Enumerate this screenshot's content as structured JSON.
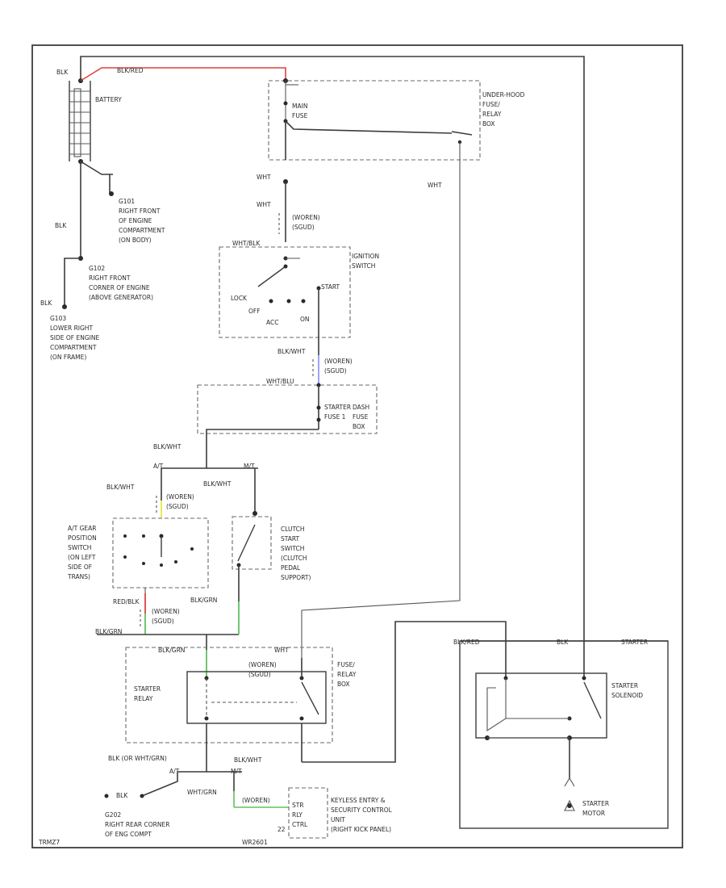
{
  "labels": {
    "blk_top": "BLK",
    "blk_red": "BLK/RED",
    "battery": "BATTERY",
    "under_hood_1": "UNDER-HOOD",
    "under_hood_2": "FUSE/",
    "under_hood_3": "RELAY",
    "under_hood_4": "BOX",
    "main_fuse_1": "MAIN",
    "main_fuse_2": "FUSE",
    "wht_1": "WHT",
    "wht_2": "WHT",
    "wht_3": "WHT",
    "g101_1": "G101",
    "g101_2": "RIGHT FRONT",
    "g101_3": "OF ENGINE",
    "g101_4": "COMPARTMENT",
    "g101_5": "(ON BODY)",
    "blk_mid": "BLK",
    "g102_1": "G102",
    "g102_2": "RIGHT FRONT",
    "g102_3": "CORNER OF ENGINE",
    "g102_4": "(ABOVE GENERATOR)",
    "blk_left": "BLK",
    "g103_1": "G103",
    "g103_2": "LOWER RIGHT",
    "g103_3": "SIDE OF ENGINE",
    "g103_4": "COMPARTMENT",
    "g103_5": "(ON FRAME)",
    "wh_1a": "(WOREN)",
    "wh_1b": "(SGUD)",
    "wht_blk": "WHT/BLK",
    "ign_1": "IGNITION",
    "ign_2": "SWITCH",
    "lock": "LOCK",
    "off": "OFF",
    "acc": "ACC",
    "on": "ON",
    "start": "START",
    "blk_wht_1": "BLK/WHT",
    "wh_2a": "(WOREN)",
    "wh_2b": "(SGUD)",
    "wht_blu": "WHT/BLU",
    "starter_fuse_1": "STARTER",
    "starter_fuse_2": "FUSE 1",
    "dash_1": "DASH",
    "dash_2": "FUSE",
    "dash_3": "BOX",
    "blk_wht_2": "BLK/WHT",
    "at": "A/T",
    "mt": "M/T",
    "blk_wht_3": "BLK/WHT",
    "blk_wht_4": "BLK/WHT",
    "wh_3a": "(WOREN)",
    "wh_3b": "(SGUD)",
    "at_gear_1": "A/T GEAR",
    "at_gear_2": "POSITION",
    "at_gear_3": "SWITCH",
    "at_gear_4": "(ON LEFT",
    "at_gear_5": "SIDE OF",
    "at_gear_6": "TRANS)",
    "clutch_1": "CLUTCH",
    "clutch_2": "START",
    "clutch_3": "SWITCH",
    "clutch_4": "(CLUTCH",
    "clutch_5": "PEDAL",
    "clutch_6": "SUPPORT)",
    "red_blk": "RED/BLK",
    "blk_grn_1": "BLK/GRN",
    "wh_4a": "(WOREN)",
    "wh_4b": "(SGUD)",
    "blk_grn_2": "BLK/GRN",
    "blk_grn_3": "BLK/GRN",
    "wht_4": "WHT",
    "wh_5a": "(WOREN)",
    "wh_5b": "(SGUD)",
    "ufrb_1": "FUSE/",
    "ufrb_2": "RELAY",
    "ufrb_3": "BOX",
    "starter_relay_1": "STARTER",
    "starter_relay_2": "RELAY",
    "blk_red_2": "BLK/RED",
    "blk_2": "BLK",
    "starter_3": "STARTER",
    "starter_sol_1": "STARTER",
    "starter_sol_2": "SOLENOID",
    "starter_motor_1": "STARTER",
    "starter_motor_2": "MOTOR",
    "blk_or_wht": "BLK (OR WHT/GRN)",
    "blk_wht_5": "BLK/WHT",
    "at_2": "A/T",
    "mt_2": "M/T",
    "blk_3": "BLK",
    "wht_grn": "WHT/GRN",
    "wh_6a": "(WOREN)",
    "g202_1": "G202",
    "g202_2": "RIGHT REAR CORNER",
    "g202_3": "OF ENG COMPT",
    "keyless_1": "KEYLESS ENTRY &",
    "keyless_2": "SECURITY CONTROL",
    "keyless_3": "UNIT",
    "keyless_4": "(RIGHT KICK PANEL)",
    "pin_a": "STR",
    "pin_b": "RLY",
    "pin_c": "CTRL",
    "num_22": "22",
    "footer_left": "TRMZ7",
    "footer_mid": "WR2601"
  },
  "colors": {
    "red_wire": "#e04040",
    "blue_wire": "#8888ff",
    "yellow_wire": "#e8e840",
    "green_wire": "#60c060",
    "wire": "#3c3c3c"
  }
}
